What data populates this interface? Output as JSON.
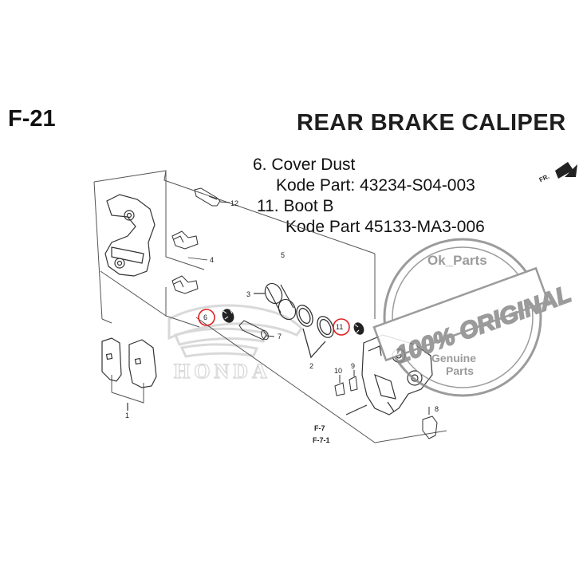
{
  "header": {
    "code": "F-21",
    "title": "REAR BRAKE CALIPER"
  },
  "notes": [
    {
      "line": "6. Cover Dust"
    },
    {
      "line": "Kode Part: 43234-S04-003"
    },
    {
      "line": "11. Boot B"
    },
    {
      "line": "Kode Part 45133-MA3-006"
    }
  ],
  "direction": "FR.",
  "callouts": {
    "c1": "1",
    "c2": "2",
    "c3": "3",
    "c4": "4",
    "c5": "5",
    "c6": "6",
    "c7": "7",
    "c8": "8",
    "c9": "9",
    "c10": "10",
    "c11": "11",
    "c12": "12"
  },
  "refs": [
    "F-7",
    "F-7-1"
  ],
  "watermark": "HONDA",
  "stamp": {
    "top": "Ok_Parts",
    "middle": "100% ORIGINAL",
    "bottom1": "Genuine",
    "bottom2": "Parts"
  },
  "colors": {
    "highlight": "#e02020",
    "stamp": "#8a8a8a",
    "ink": "#222222"
  }
}
